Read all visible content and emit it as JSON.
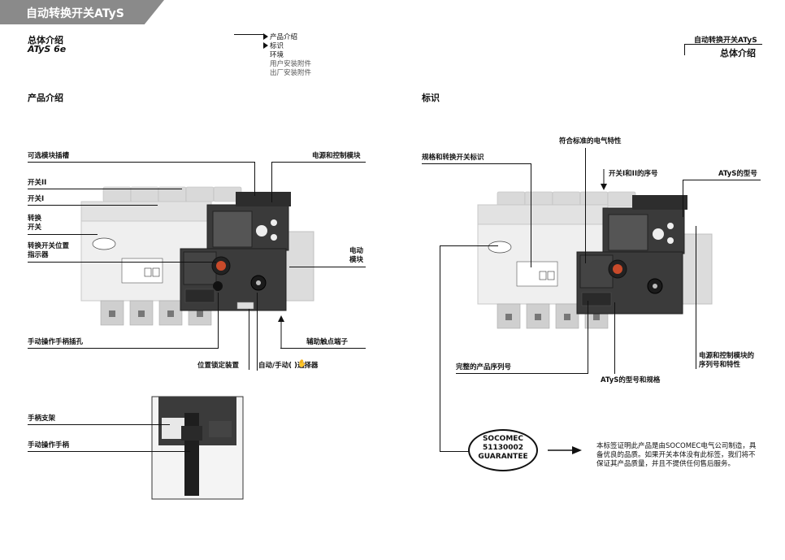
{
  "header": {
    "tab_title": "自动转换开关ATyS"
  },
  "left_header": {
    "title": "总体介绍",
    "subtitle": "ATyS 6e"
  },
  "nav": {
    "items": [
      {
        "label": "产品介绍",
        "active": true
      },
      {
        "label": "标识",
        "active": true
      },
      {
        "label": "环境",
        "active": false
      },
      {
        "label": "用户安装附件",
        "active": false
      },
      {
        "label": "出厂安装附件",
        "active": false
      }
    ]
  },
  "right_header": {
    "product": "自动转换开关ATyS",
    "title": "总体介绍"
  },
  "sections": {
    "left": "产品介绍",
    "right": "标识"
  },
  "left_labels": {
    "optional_slot": "可选模块插槽",
    "switch2": "开关II",
    "switch1": "开关I",
    "transfer_switch_1": "转换",
    "transfer_switch_2": "开关",
    "position_indicator_1": "转换开关位置",
    "position_indicator_2": "指示器",
    "power_control": "电源和控制模块",
    "motor_1": "电动",
    "motor_2": "模块",
    "handle_hole": "手动操作手柄插孔",
    "aux_terminal": "辅助触点端子",
    "lock_device": "位置锁定装置",
    "selector": "自动/手动(   )选择器",
    "handle_bracket": "手柄支架",
    "manual_handle": "手动操作手柄"
  },
  "right_labels": {
    "compliance": "符合标准的电气特性",
    "spec_label": "规格和转换开关标识",
    "serial_12": "开关I和II的序号",
    "atys_model": "ATyS的型号",
    "full_serial": "完整的产品序列号",
    "model_spec": "ATyS的型号和规格",
    "module_serial_1": "电源和控制模块的",
    "module_serial_2": "序列号和特性"
  },
  "guarantee": {
    "line1": "SOCOMEC",
    "line2": "51130002",
    "line3": "GUARANTEE",
    "note": "本标签证明此产品是由SOCOMEC电气公司制造，具备优良的品质。如果开关本体没有此标签，我们将不保证其产品质量，并且不提供任何售后服务。"
  },
  "colors": {
    "header_tab": "#8a8a8a",
    "device_dark": "#3a3a3a",
    "device_light": "#e6e6e6"
  }
}
